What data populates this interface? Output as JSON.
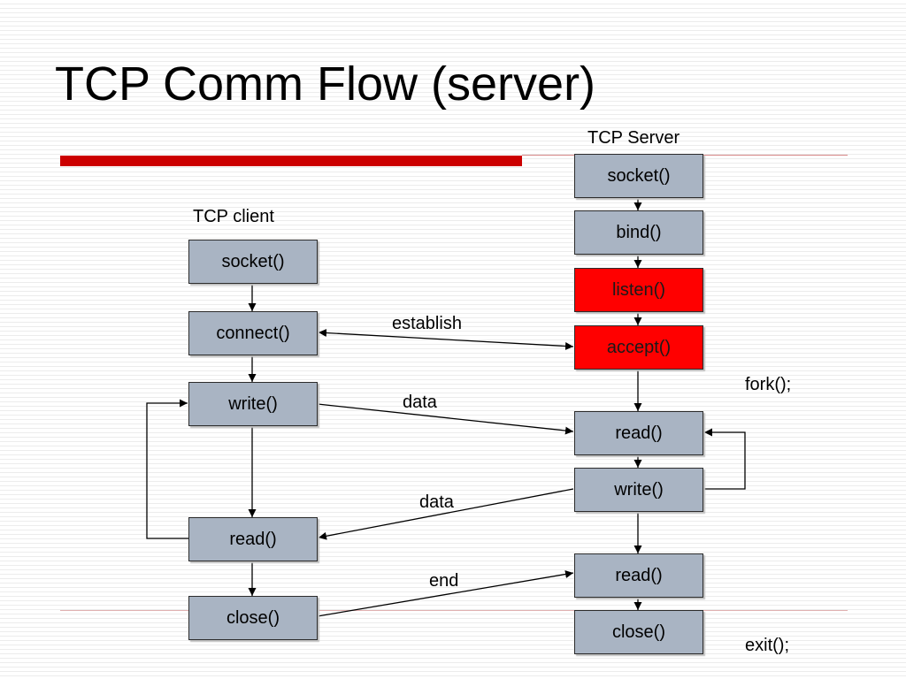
{
  "title": "TCP Comm Flow (server)",
  "client": {
    "heading": "TCP client",
    "socket": "socket()",
    "connect": "connect()",
    "write": "write()",
    "read": "read()",
    "close": "close()"
  },
  "server": {
    "heading": "TCP Server",
    "socket": "socket()",
    "bind": "bind()",
    "listen": "listen()",
    "accept": "accept()",
    "read": "read()",
    "write": "write()",
    "read2": "read()",
    "close": "close()"
  },
  "edges": {
    "establish": "establish",
    "data_to_server": "data",
    "data_to_client": "data",
    "end": "end"
  },
  "notes": {
    "fork": "fork();",
    "exit": "exit();"
  },
  "colors": {
    "box_fill": "#a9b4c3",
    "highlight": "#ff0000",
    "accent_bar": "#cc0000"
  }
}
